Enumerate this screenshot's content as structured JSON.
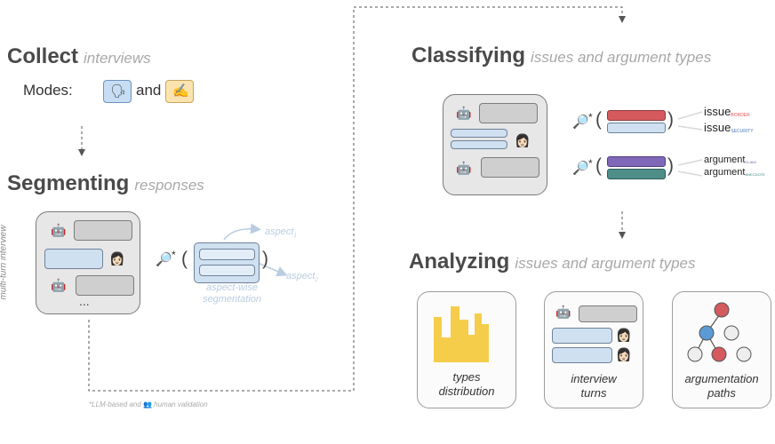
{
  "collect": {
    "title": "Collect",
    "subtitle": "interviews",
    "modes_label": "Modes:",
    "and_label": "and"
  },
  "segmenting": {
    "title": "Segmenting",
    "subtitle": "responses",
    "side_label": "multi-turn interview",
    "aspect_a": "aspect",
    "aspect_b": "aspect",
    "aspect_sub_a": "1",
    "aspect_sub_b": "2",
    "seg_line1": "aspect-wise",
    "seg_line2": "segmentation",
    "dots": "..."
  },
  "classifying": {
    "title": "Classifying",
    "subtitle": "issues and argument types",
    "issue_label": "issue",
    "issue_sub_1": "BORDER",
    "issue_sub_2": "SECURITY",
    "argument_label": "argument",
    "argument_sub_1": "CLAIM",
    "argument_sub_2": "ANECDOTE"
  },
  "analyzing": {
    "title": "Analyzing",
    "subtitle": "issues and argument types",
    "card1_line1": "types",
    "card1_line2": "distribution",
    "card2_line1": "interview",
    "card2_line2": "turns",
    "card3_line1": "argumentation",
    "card3_line2": "paths"
  },
  "footnote": {
    "prefix": "*LLM-based and",
    "suffix": "human validation"
  },
  "symbols": {
    "paren_open": "(",
    "paren_close": ")",
    "asterisk": "*",
    "robot": "🤖",
    "woman": "👩🏻",
    "speaking_head": "🗣",
    "writing_hand": "✍",
    "people": "👥",
    "magnifier": "🔎"
  },
  "colors": {
    "red_bar": "#d55a5e",
    "blue_bar": "#cfe0f1",
    "purple_bar": "#7f68b8",
    "teal_bar": "#4e8e88",
    "yellow": "#f6cd4b"
  }
}
